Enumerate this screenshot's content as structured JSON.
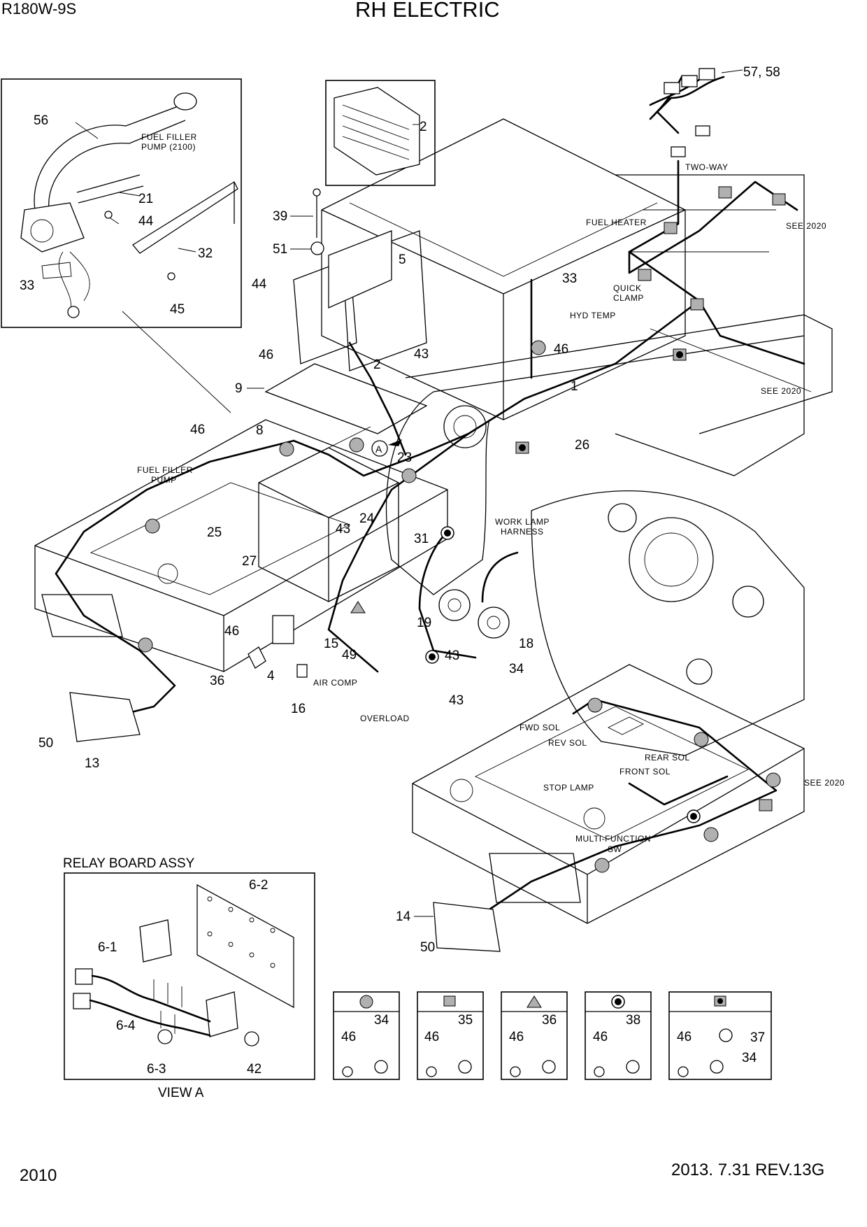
{
  "header": {
    "model": "R180W-9S",
    "title": "RH ELECTRIC"
  },
  "footer": {
    "page": "2010",
    "revision": "2013. 7.31  REV.13G"
  },
  "inset_fuel_pump": {
    "caption": [
      "FUEL FILLER",
      "PUMP (2100)"
    ],
    "callouts": [
      "56",
      "21",
      "44",
      "32",
      "33",
      "45"
    ]
  },
  "inset_relay_board": {
    "title": "RELAY BOARD ASSY",
    "view": "VIEW A",
    "callouts": [
      "6-2",
      "6-1",
      "6-4",
      "6-3",
      "42"
    ]
  },
  "inset_top_part": {
    "callout": "2"
  },
  "labels": {
    "fuel_heater": "FUEL HEATER",
    "two_way": "TWO-WAY",
    "quick_clamp": [
      "QUICK",
      "CLAMP"
    ],
    "hyd_temp": "HYD TEMP",
    "see_2020": "SEE 2020",
    "fuel_filler_pump": [
      "FUEL FILLER",
      "PUMP"
    ],
    "work_lamp_harness": [
      "WORK LAMP",
      "HARNESS"
    ],
    "air_comp": "AIR COMP",
    "overload": "OVERLOAD",
    "fwd_sol": "FWD SOL",
    "rev_sol": "REV SOL",
    "rear_sol": "REAR SOL",
    "front_sol": "FRONT SOL",
    "stop_lamp": "STOP LAMP",
    "multi_function": [
      "MULTI-FUNCTION",
      "SW"
    ],
    "view_marker": "A"
  },
  "callouts": {
    "c57": "57, 58",
    "c2a": "2",
    "c39": "39",
    "c51": "51",
    "c5": "5",
    "c33": "33",
    "c44": "44",
    "c46a": "46",
    "c43a": "43",
    "c2b": "2",
    "c46b": "46",
    "c9": "9",
    "c1": "1",
    "c46c": "46",
    "c8": "8",
    "c23": "23",
    "c26": "26",
    "c24": "24",
    "c25": "25",
    "c43b": "43",
    "c31": "31",
    "c27": "27",
    "c19": "19",
    "c18": "18",
    "c46d": "46",
    "c15": "15",
    "c49": "49",
    "c43c": "43",
    "c34": "34",
    "c36": "36",
    "c4": "4",
    "c16": "16",
    "c43d": "43",
    "c50a": "50",
    "c13": "13",
    "c14": "14",
    "c50b": "50"
  },
  "legend": [
    {
      "symbol": "grey-circle",
      "parts": [
        "46",
        "34"
      ]
    },
    {
      "symbol": "grey-square",
      "parts": [
        "46",
        "35"
      ]
    },
    {
      "symbol": "grey-triangle",
      "parts": [
        "46",
        "36"
      ]
    },
    {
      "symbol": "ring-dot",
      "parts": [
        "46",
        "38"
      ]
    },
    {
      "symbol": "square-dot",
      "parts": [
        "46",
        "37",
        "34"
      ]
    }
  ],
  "colors": {
    "clamp_grey": "#b0b0b0",
    "ink": "#000000",
    "paper": "#ffffff"
  }
}
